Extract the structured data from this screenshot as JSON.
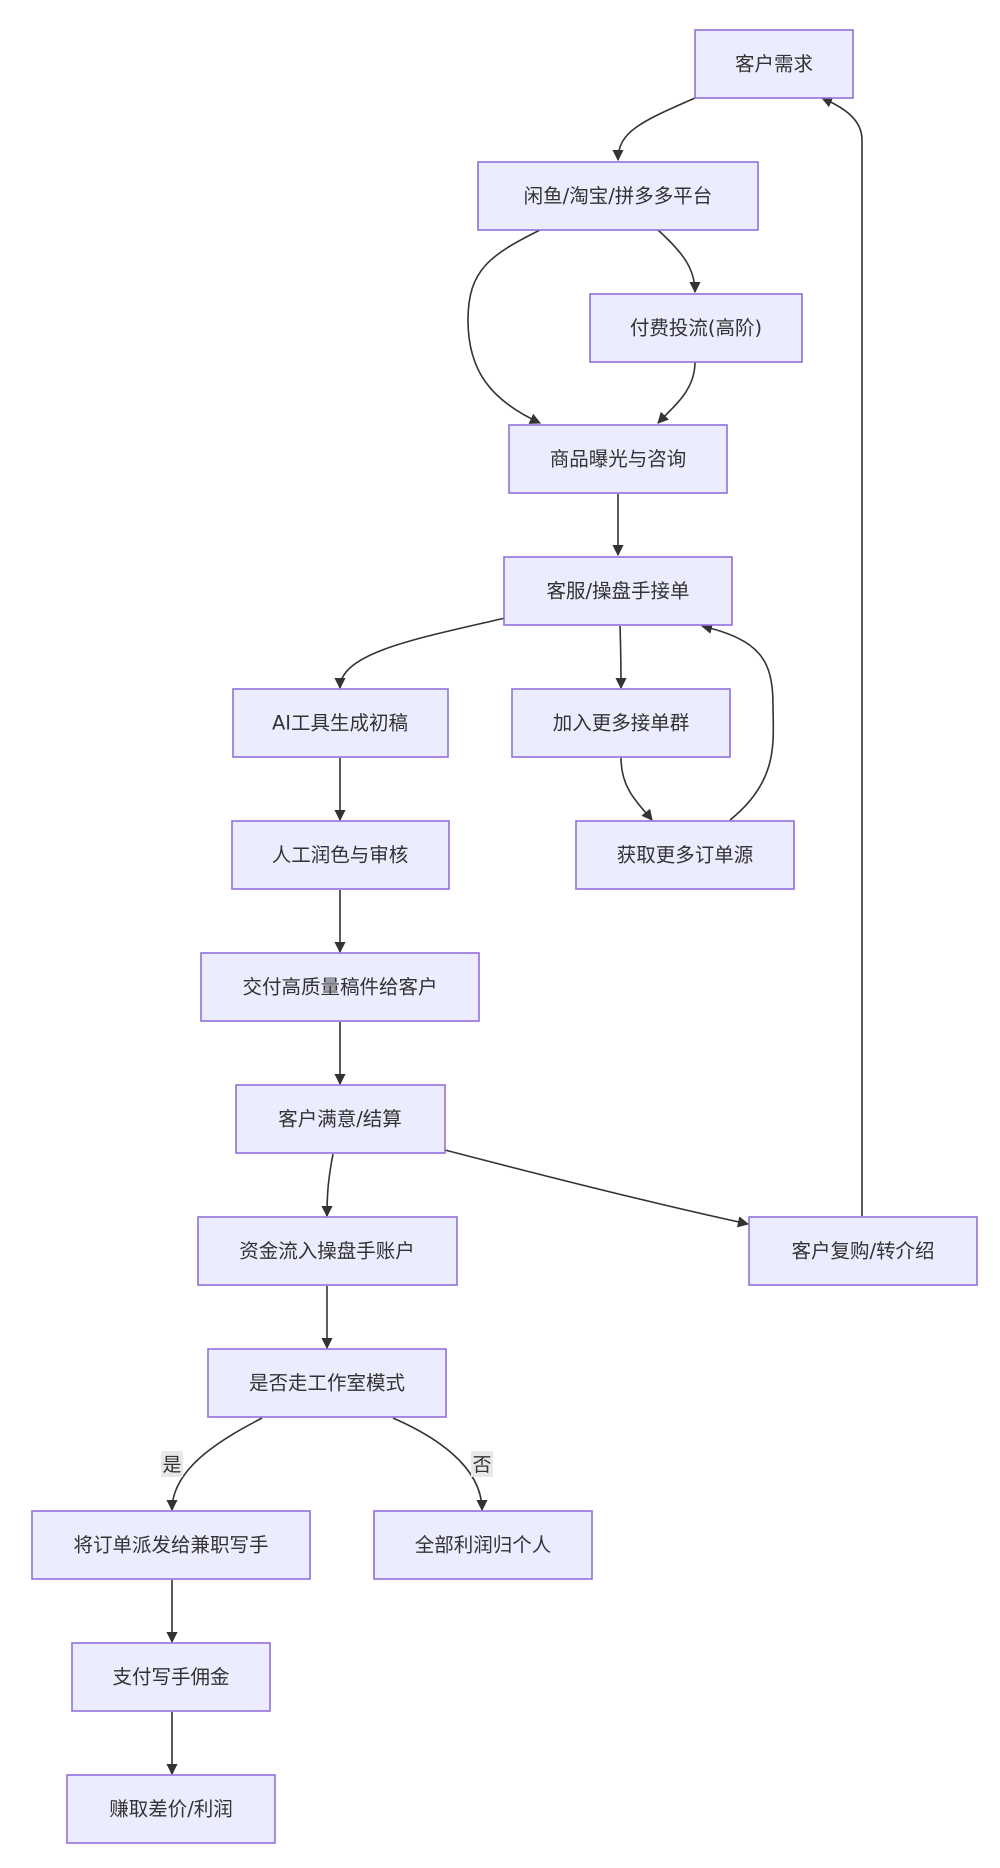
{
  "diagram": {
    "nodes": {
      "customer_demand": "客户需求",
      "platforms": "闲鱼/淘宝/拼多多平台",
      "paid_traffic": "付费投流(高阶)",
      "exposure": "商品曝光与咨询",
      "take_orders": "客服/操盘手接单",
      "ai_draft": "AI工具生成初稿",
      "join_groups": "加入更多接单群",
      "more_sources": "获取更多订单源",
      "polish_review": "人工润色与审核",
      "deliver": "交付高质量稿件给客户",
      "settle": "客户满意/结算",
      "funds_in": "资金流入操盘手账户",
      "repurchase": "客户复购/转介绍",
      "studio_mode": "是否走工作室模式",
      "dispatch": "将订单派发给兼职写手",
      "all_profit": "全部利润归个人",
      "pay_commission": "支付写手佣金",
      "earn_margin": "赚取差价/利润"
    },
    "edge_labels": {
      "yes": "是",
      "no": "否"
    },
    "colors": {
      "node_fill": "#ECECFF",
      "node_border": "#9370DB",
      "edge": "#333333",
      "text": "#333333"
    }
  }
}
